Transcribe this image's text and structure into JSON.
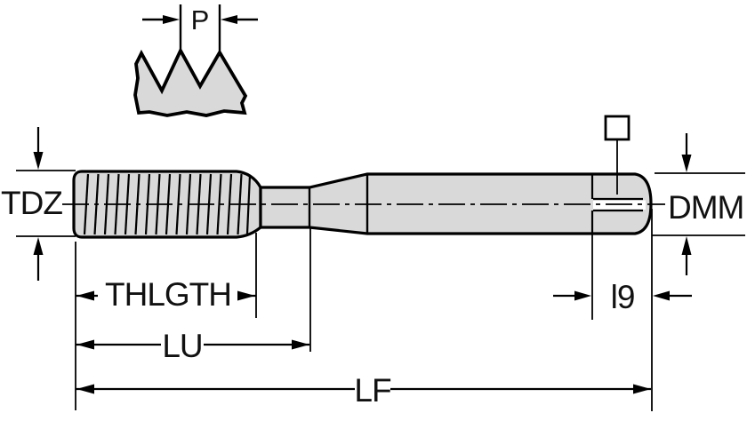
{
  "figure": {
    "background_color": "#ffffff",
    "body_fill_color": "#d9d9d9",
    "line_color": "#000000",
    "labels": {
      "pitch": "P",
      "thread_diameter": "TDZ",
      "shank_diameter": "DMM",
      "thread_length": "THLGTH",
      "usable_length": "LU",
      "overall_length": "LF",
      "square_length": "l9"
    }
  }
}
